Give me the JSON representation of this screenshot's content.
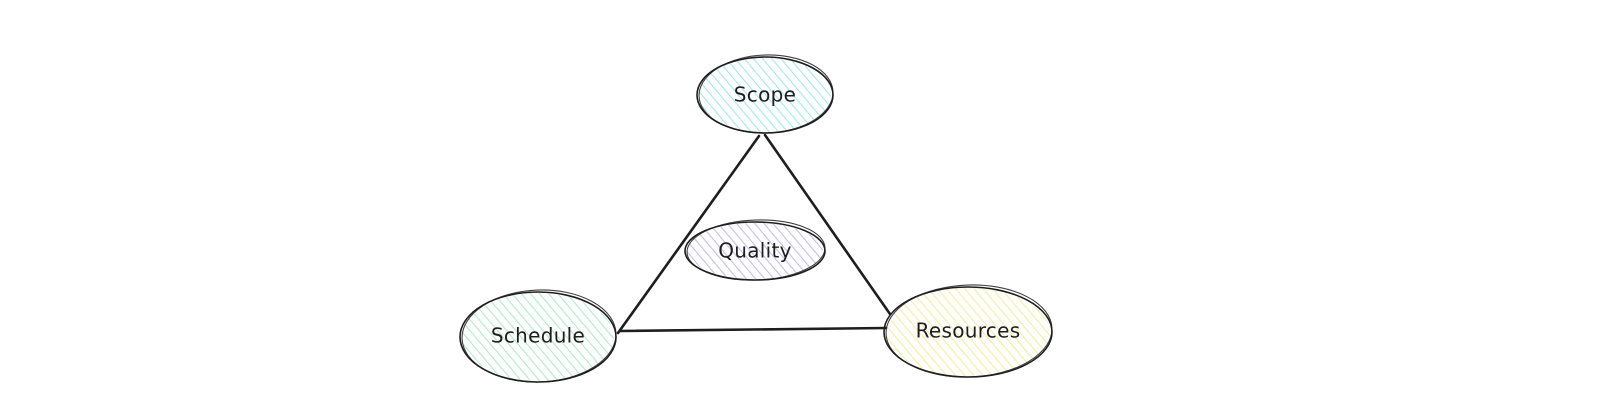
{
  "diagram": {
    "nodes": {
      "scope": {
        "label": "Scope",
        "fill": "#a5e6f0"
      },
      "quality": {
        "label": "Quality",
        "fill": "#c6bdf0"
      },
      "schedule": {
        "label": "Schedule",
        "fill": "#b2ebc8"
      },
      "resources": {
        "label": "Resources",
        "fill": "#f5eca4"
      }
    },
    "edges": [
      {
        "from": "scope",
        "to": "schedule"
      },
      {
        "from": "scope",
        "to": "resources"
      },
      {
        "from": "schedule",
        "to": "resources"
      }
    ],
    "style": "hand-drawn",
    "stroke_color": "#1e1e1e"
  }
}
